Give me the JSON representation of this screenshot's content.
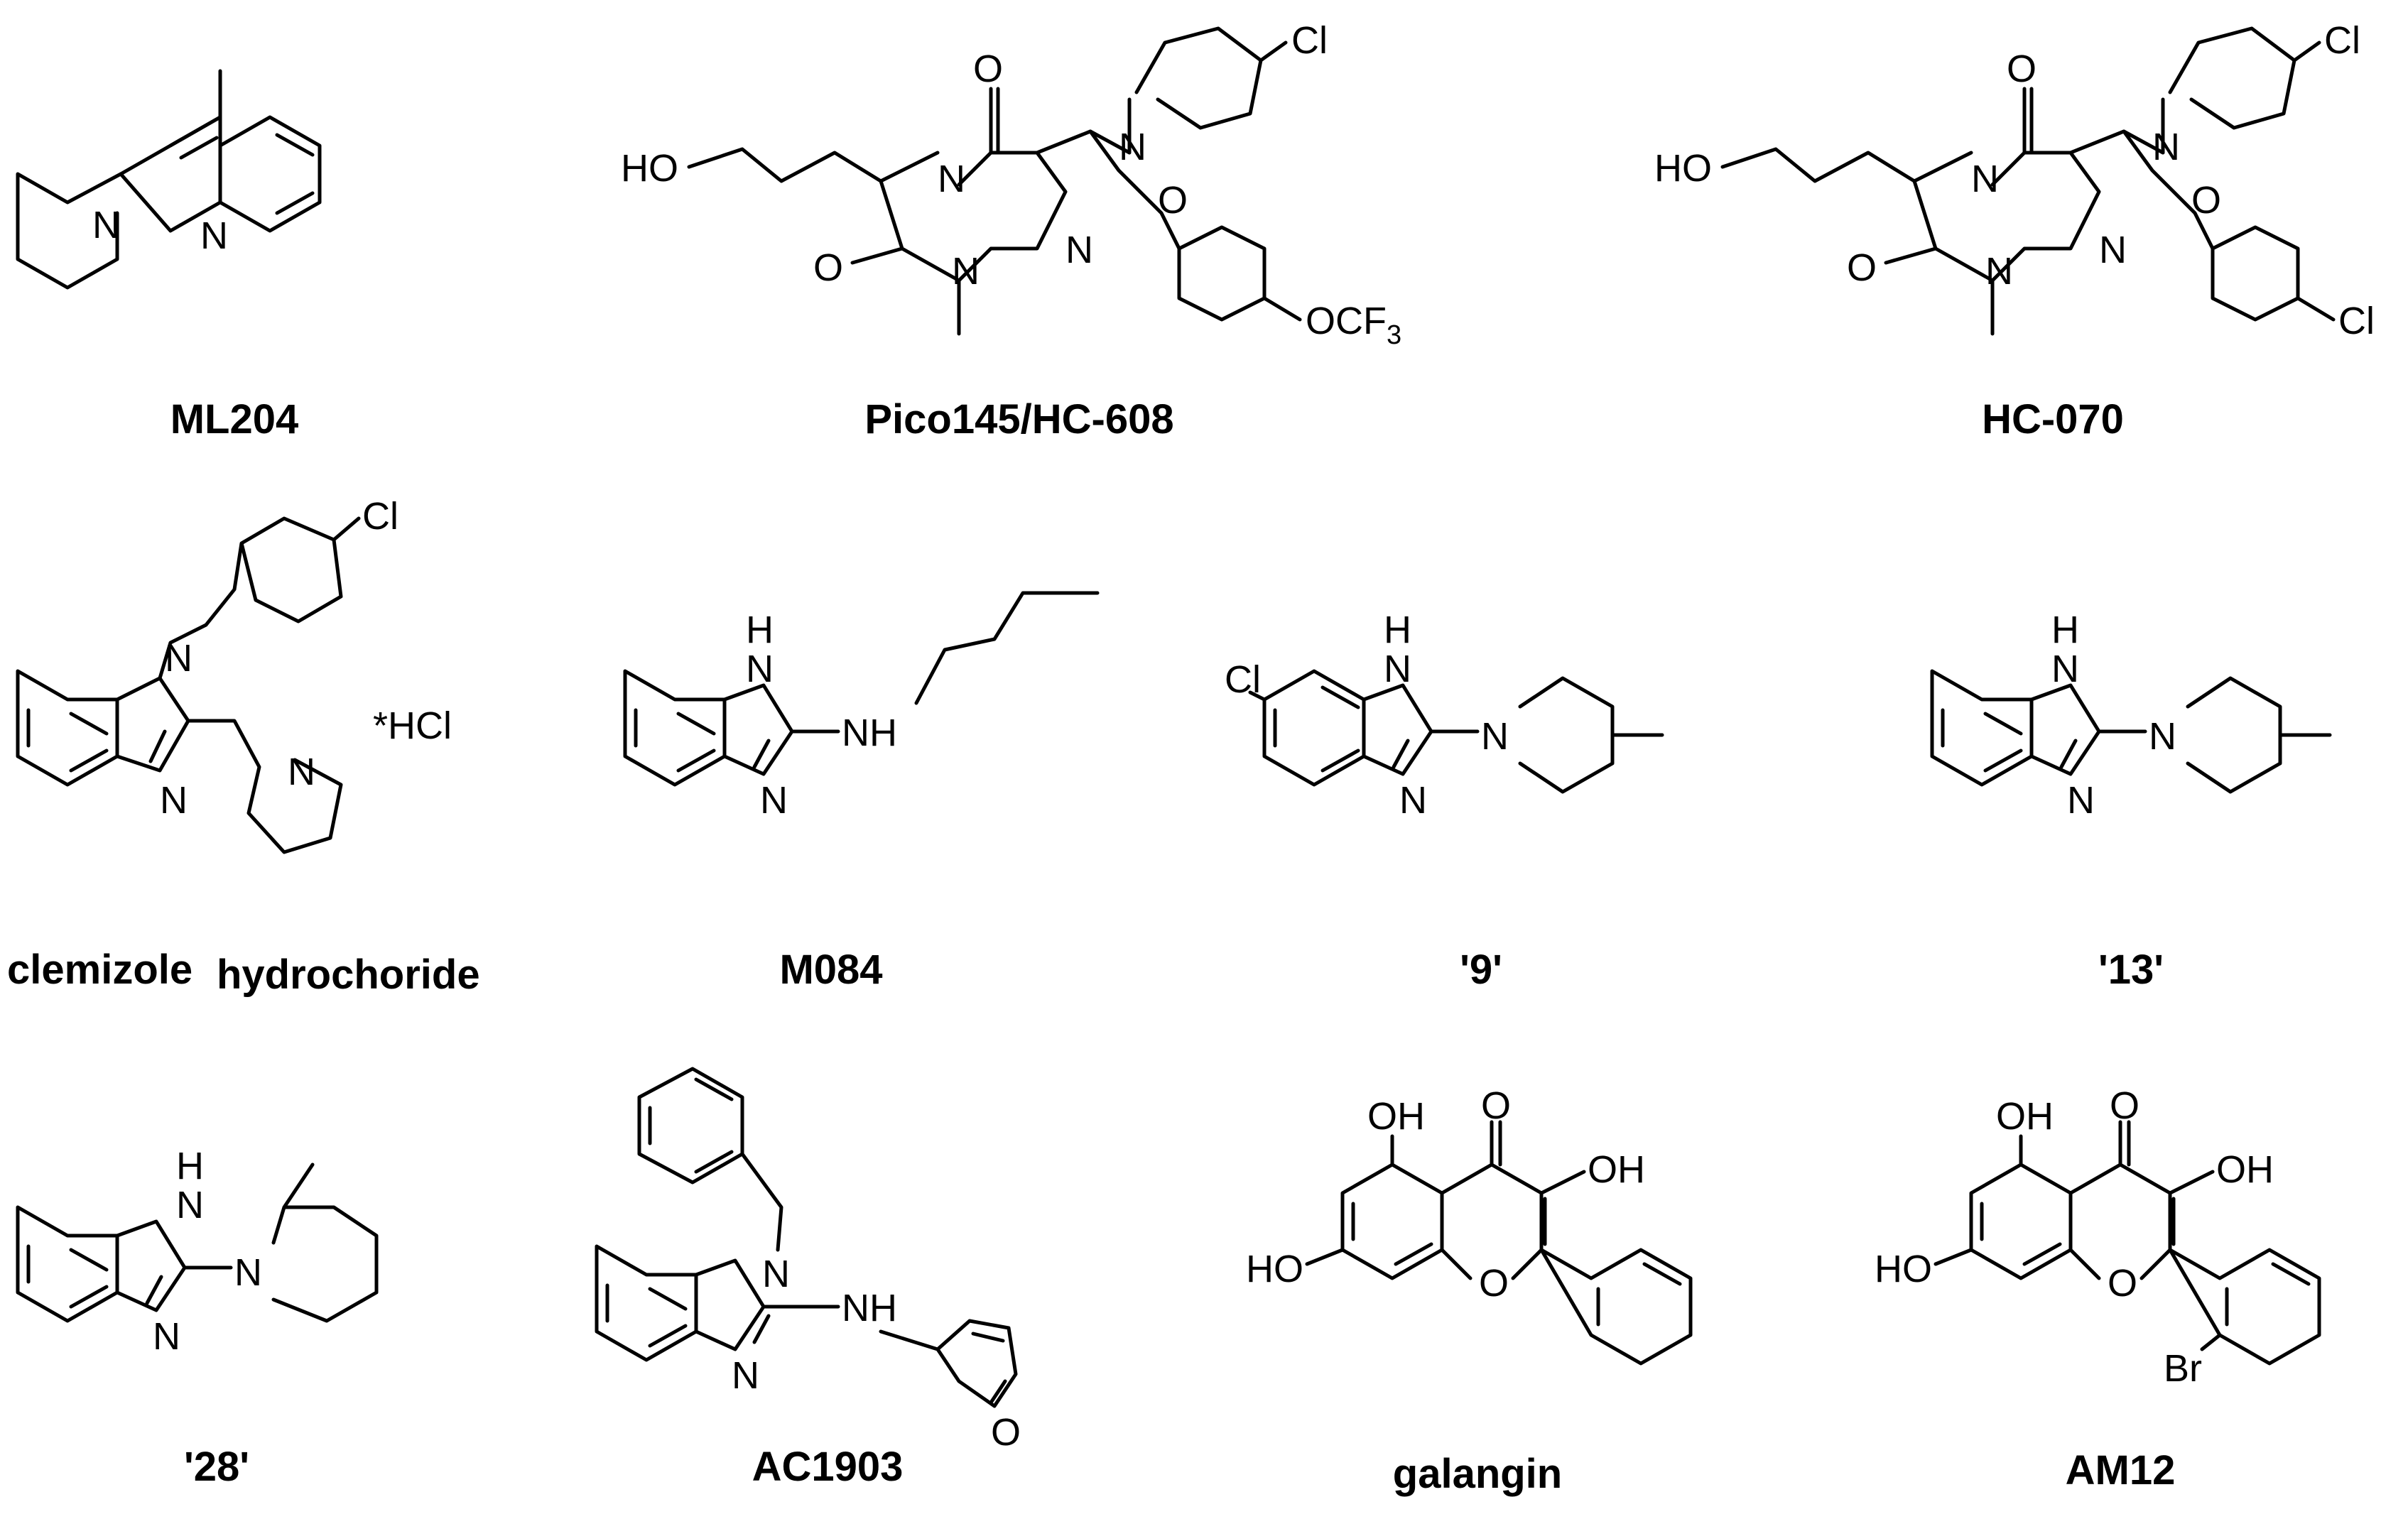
{
  "compounds": [
    {
      "name": "ML204"
    },
    {
      "name": "Pico145/HC-608"
    },
    {
      "name": "HC-070"
    },
    {
      "name": "clemizole",
      "name_suffix": "hydrochoride",
      "salt": "*HCl"
    },
    {
      "name": "M084"
    },
    {
      "name": "'9'"
    },
    {
      "name": "'13'"
    },
    {
      "name": "'28'"
    },
    {
      "name": "AC1903"
    },
    {
      "name": "galangin"
    },
    {
      "name": "AM12"
    }
  ],
  "atoms": {
    "N": "N",
    "NH": "NH",
    "H": "H",
    "O": "O",
    "HO": "HO",
    "OH": "OH",
    "Cl": "Cl",
    "Br": "Br",
    "OCF": "OCF",
    "three": "3"
  }
}
